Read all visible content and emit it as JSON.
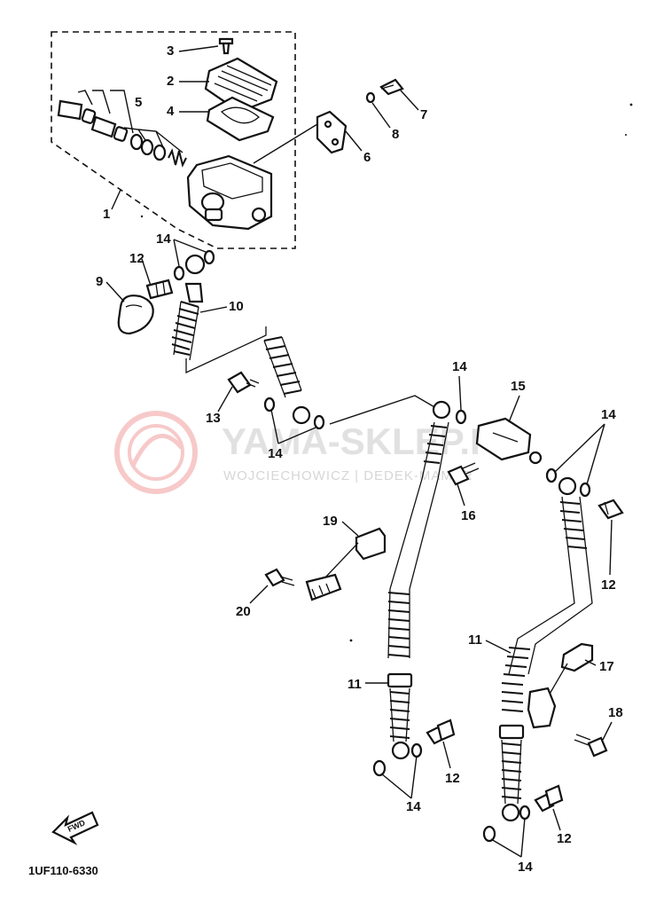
{
  "diagram": {
    "catalog_code": "1UF110-6330",
    "direction_arrow_label": "FWD",
    "watermark": {
      "title": "YAMA-SKLEP.PL",
      "subtitle": "WOJCIECHOWICZ | DEDEK-MAMAR"
    },
    "callouts": {
      "c1": "1",
      "c2": "2",
      "c3": "3",
      "c4": "4",
      "c5": "5",
      "c6": "6",
      "c7": "7",
      "c8": "8",
      "c9": "9",
      "c10": "10",
      "c11a": "11",
      "c11b": "11",
      "c12a": "12",
      "c12b": "12",
      "c12c": "12",
      "c12d": "12",
      "c13": "13",
      "c14a": "14",
      "c14b": "14",
      "c14c": "14",
      "c14d": "14",
      "c14e": "14",
      "c14f": "14",
      "c15": "15",
      "c16": "16",
      "c17": "17",
      "c18": "18",
      "c19": "19",
      "c20": "20"
    }
  }
}
